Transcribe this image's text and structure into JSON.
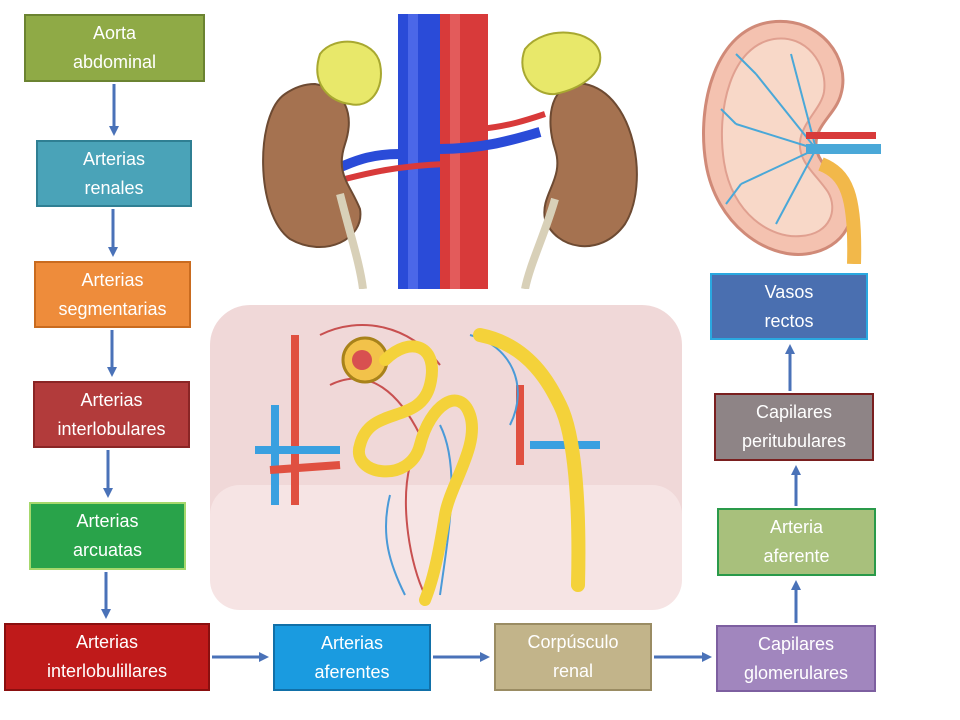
{
  "boxes": [
    {
      "id": "aorta",
      "label": "Aorta\nabdominal",
      "fill": "#8faa46",
      "border": "#6b8331"
    },
    {
      "id": "renales",
      "label": "Arterias\nrenales",
      "fill": "#4aa3b8",
      "border": "#2f7f93"
    },
    {
      "id": "segmentarias",
      "label": "Arterias\nsegmentarias",
      "fill": "#ee8c3b",
      "border": "#c96b1f"
    },
    {
      "id": "interlobulares",
      "label": "Arterias\ninterlobulares",
      "fill": "#b23b3b",
      "border": "#8a2525"
    },
    {
      "id": "arcuatas",
      "label": "Arterias\narcuatas",
      "fill": "#29a34a",
      "border": "#a6d86c"
    },
    {
      "id": "interlobulillares",
      "label": "Arterias\ninterlobulillares",
      "fill": "#bf1a1a",
      "border": "#8a0f0f"
    },
    {
      "id": "aferentes",
      "label": "Arterias\naferentes",
      "fill": "#1a9be0",
      "border": "#1170a8"
    },
    {
      "id": "corpusculo",
      "label": "Corpúsculo\nrenal",
      "fill": "#c2b48a",
      "border": "#9a8c63"
    },
    {
      "id": "glomerulares",
      "label": "Capilares\nglomerulares",
      "fill": "#a186be",
      "border": "#7d5fa0"
    },
    {
      "id": "arteria-aferente",
      "label": "Arteria\naferente",
      "fill": "#a8c07c",
      "border": "#2a9a4a"
    },
    {
      "id": "peritubulares",
      "label": "Capilares\nperitubulares",
      "fill": "#8e8486",
      "border": "#7a1f1f"
    },
    {
      "id": "vasos-rectos",
      "label": "Vasos\nrectos",
      "fill": "#4a6fb0",
      "border": "#2aa8e0"
    }
  ],
  "colors": {
    "arrow": "#4a72b8"
  },
  "illustrations": [
    {
      "id": "kidneys-aorta",
      "icon": "kidneys-with-aorta-illustration"
    },
    {
      "id": "kidney-section",
      "icon": "kidney-cross-section-illustration"
    },
    {
      "id": "nephron",
      "icon": "nephron-vasculature-illustration"
    }
  ]
}
